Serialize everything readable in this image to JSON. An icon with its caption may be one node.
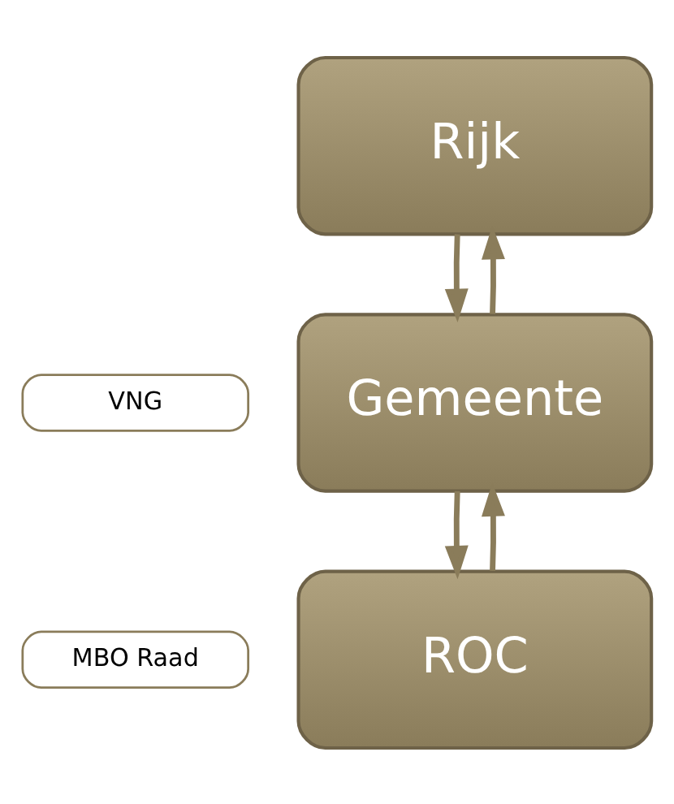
{
  "diagram": {
    "nodes": [
      {
        "text": [
          "Rijk"
        ]
      },
      {
        "text": [
          "VNG"
        ]
      },
      {
        "text": [
          "Gemeente"
        ]
      },
      {
        "text": [
          "MBO Raad"
        ]
      },
      {
        "text": [
          "ROC"
        ]
      }
    ],
    "edges": [
      {
        "from": 0,
        "to": 2,
        "arrow": "to"
      },
      {
        "from": 2,
        "to": 0,
        "arrow": "to"
      },
      {
        "from": 2,
        "to": 4,
        "arrow": "to"
      },
      {
        "from": 4,
        "to": 2,
        "arrow": "to"
      }
    ]
  }
}
